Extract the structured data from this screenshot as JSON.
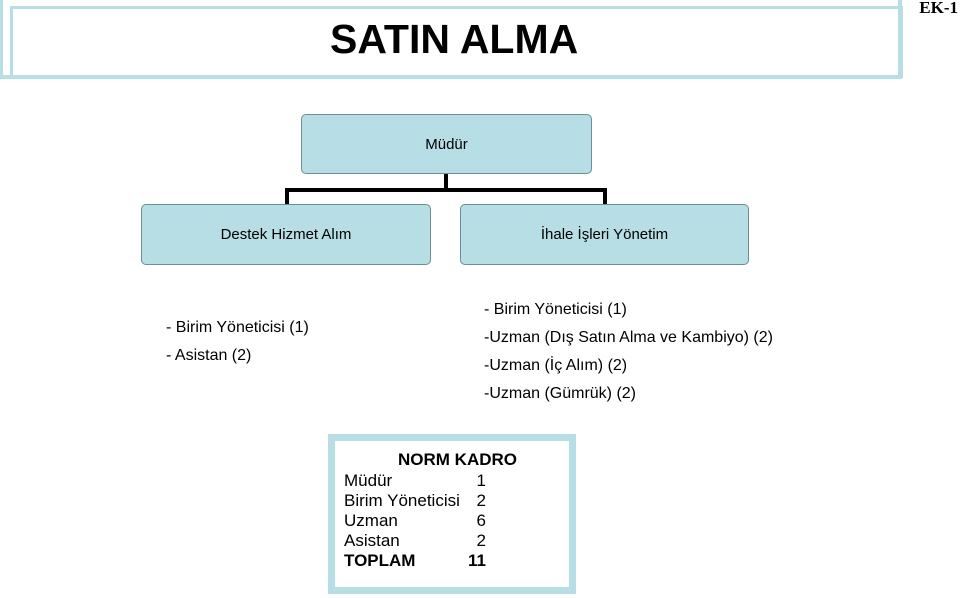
{
  "badge": "EK-1",
  "title": "SATIN ALMA",
  "org": {
    "root": "Müdür",
    "children": [
      {
        "label": "Destek Hizmet Alım",
        "staff": [
          "- Birim Yöneticisi (1)",
          "- Asistan (2)"
        ]
      },
      {
        "label": "İhale İşleri Yönetim",
        "staff": [
          "- Birim Yöneticisi (1)",
          "-Uzman (Dış Satın Alma ve Kambiyo) (2)",
          "-Uzman (İç Alım) (2)",
          "-Uzman (Gümrük) (2)"
        ]
      }
    ]
  },
  "norm": {
    "title": "NORM KADRO",
    "rows": [
      {
        "label": "Müdür",
        "value": "1"
      },
      {
        "label": "Birim Yöneticisi",
        "value": "2"
      },
      {
        "label": "Uzman",
        "value": "6"
      },
      {
        "label": "Asistan",
        "value": "2"
      }
    ],
    "total": {
      "label": "TOPLAM",
      "value": "11"
    }
  },
  "colors": {
    "box_fill": "#b7dee4",
    "box_border": "#6c8f97",
    "connector": "#000000"
  }
}
